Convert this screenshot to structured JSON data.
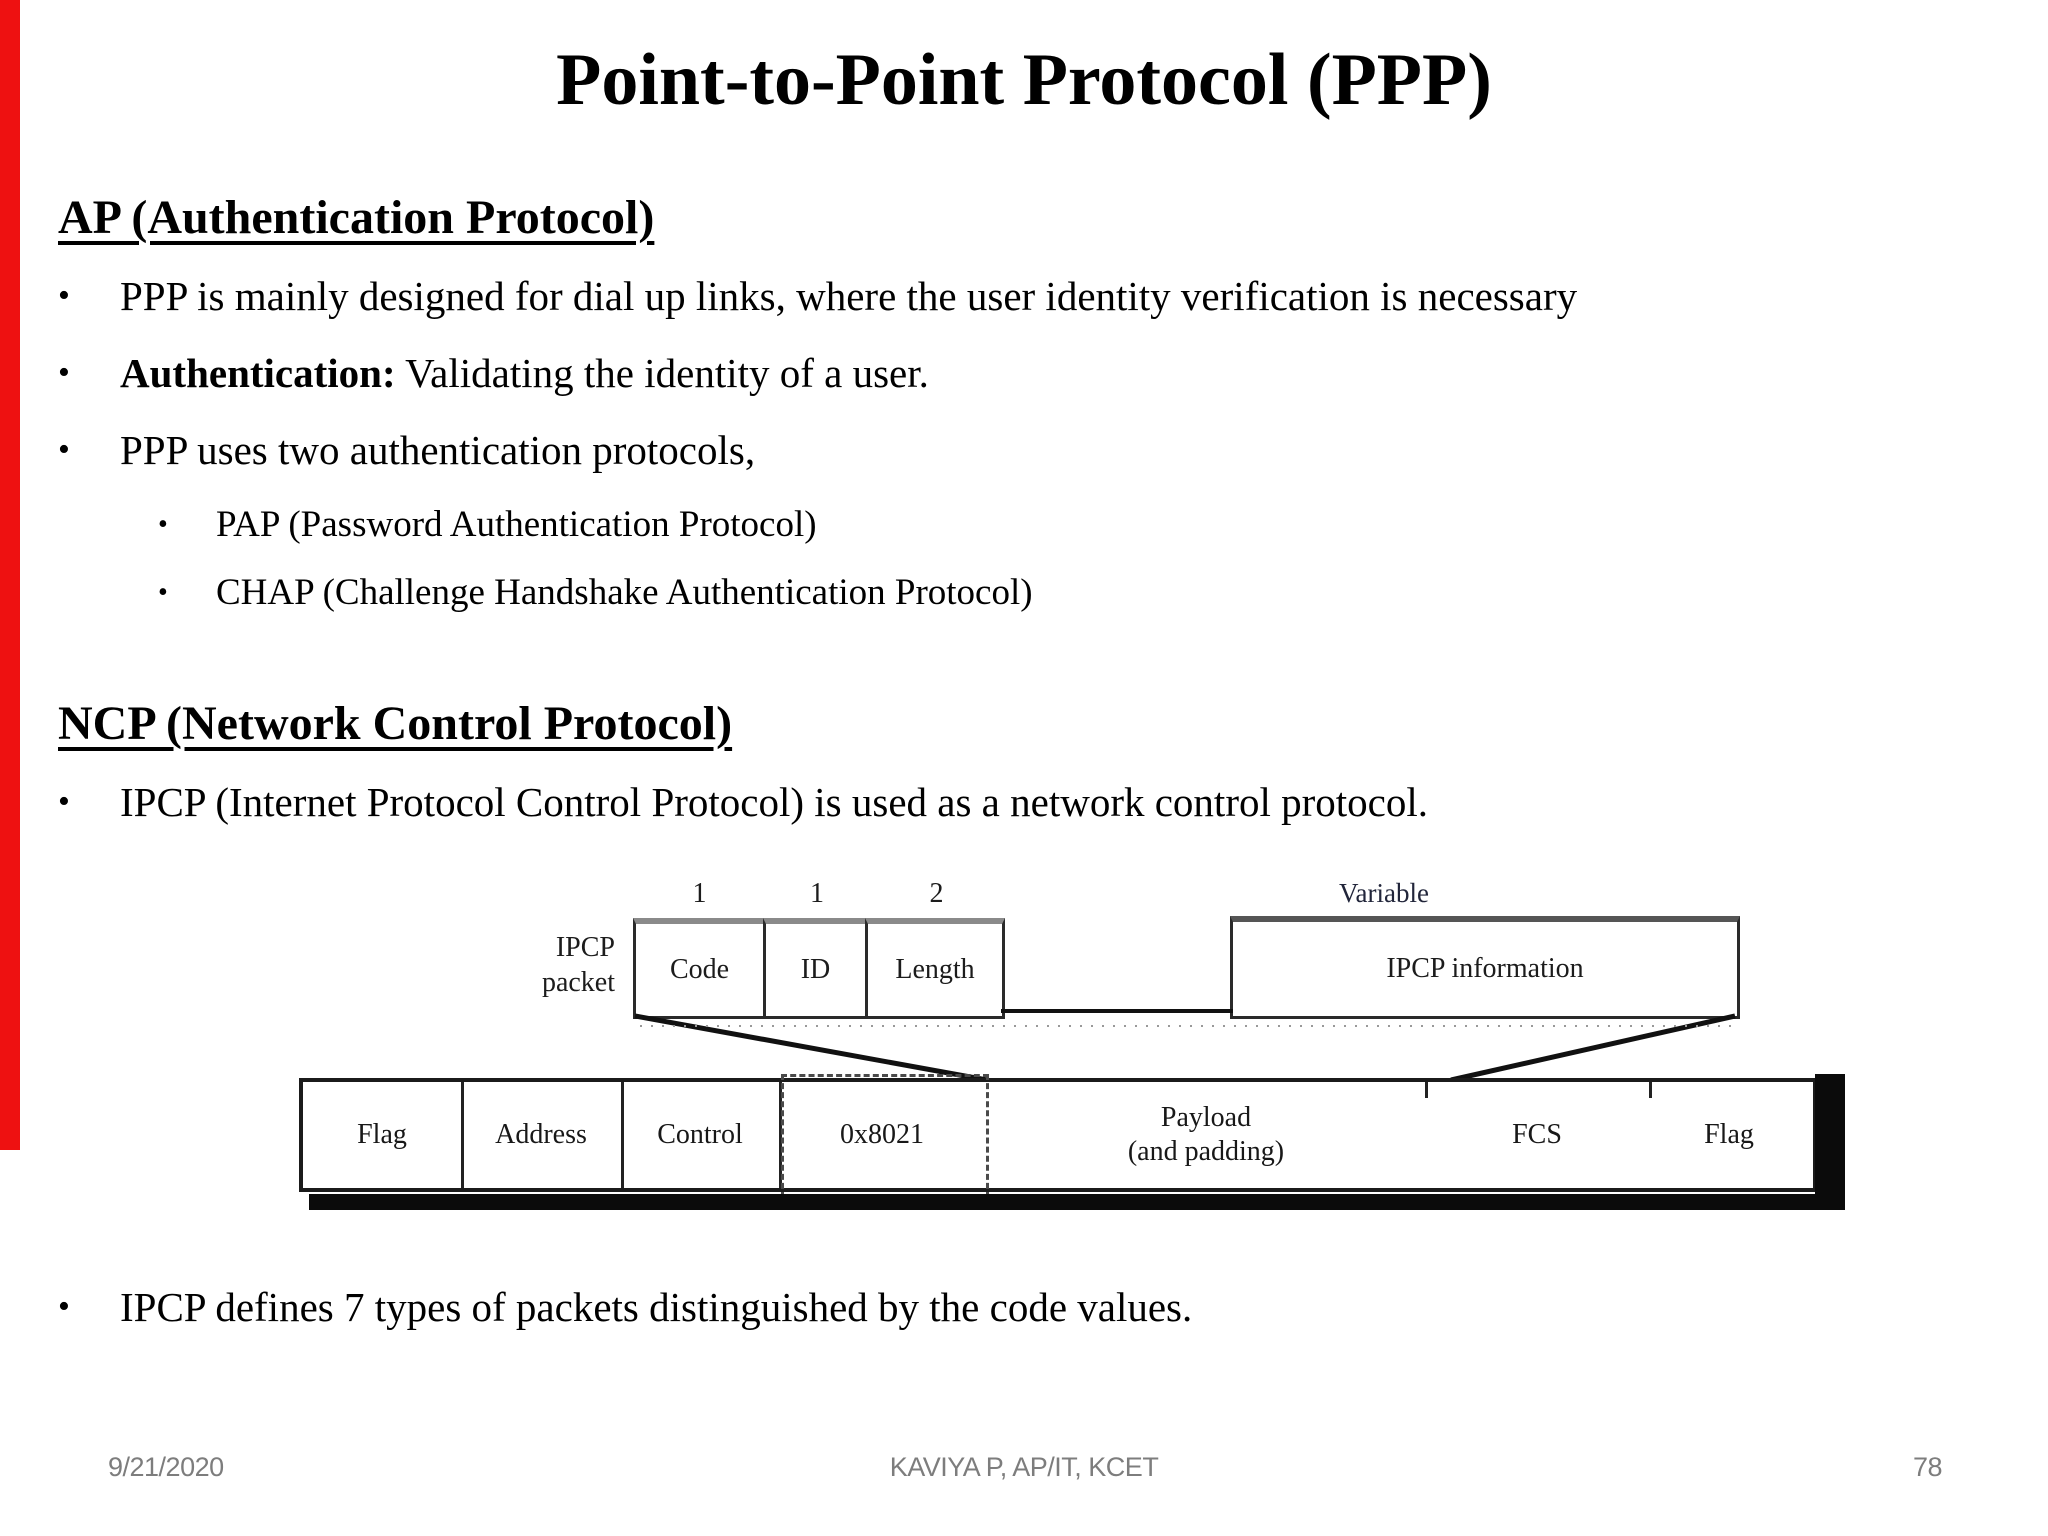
{
  "slide": {
    "title": "Point-to-Point Protocol (PPP)",
    "ap_section": {
      "heading": "AP (Authentication Protocol)",
      "bullets": [
        {
          "bold": "",
          "text": "PPP is mainly designed for dial up links, where the user identity verification is necessary"
        },
        {
          "bold": "Authentication:",
          "text": " Validating the identity of a user."
        },
        {
          "bold": "",
          "text": "PPP uses two authentication protocols,"
        }
      ],
      "sub_bullets": [
        {
          "text": "PAP (Password Authentication Protocol)"
        },
        {
          "text": "CHAP (Challenge Handshake Authentication Protocol)"
        }
      ]
    },
    "ncp_section": {
      "heading": "NCP (Network Control Protocol)",
      "bullets": [
        {
          "text": "IPCP (Internet Protocol Control Protocol) is used as a network control protocol."
        }
      ]
    },
    "closing_bullet": "IPCP defines 7 types of packets distinguished by the code values."
  },
  "diagram": {
    "side_label": [
      "IPCP",
      "packet"
    ],
    "top_fields": [
      {
        "label": "Code",
        "size": "1"
      },
      {
        "label": "ID",
        "size": "1"
      },
      {
        "label": "Length",
        "size": "2"
      }
    ],
    "info_field": {
      "label": "IPCP information",
      "size": "Variable"
    },
    "frame_fields": [
      {
        "label": "Flag"
      },
      {
        "label": "Address"
      },
      {
        "label": "Control"
      },
      {
        "label": "0x8021"
      },
      {
        "label": "Payload",
        "sublabel": "(and padding)"
      },
      {
        "label": "FCS"
      },
      {
        "label": "Flag"
      }
    ]
  },
  "footer": {
    "date": "9/21/2020",
    "center": "KAVIYA P, AP/IT, KCET",
    "page": "78"
  },
  "colors": {
    "accent_red": "#ee1111",
    "footer_gray": "#7d7d7d",
    "text": "#000000"
  }
}
